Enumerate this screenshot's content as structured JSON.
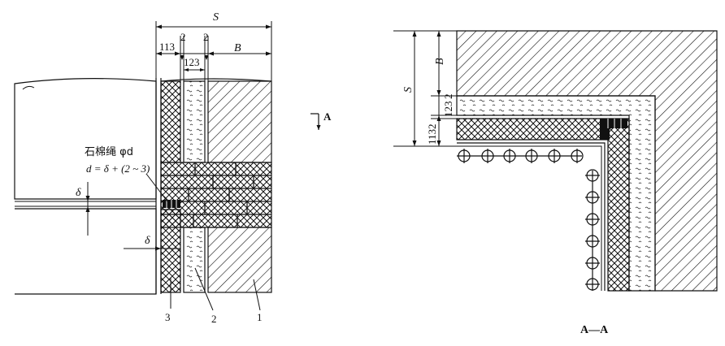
{
  "left": {
    "dim_S": "S",
    "dim_113": "113",
    "dim_2a": "2",
    "dim_2b": "2",
    "dim_123": "123",
    "dim_B": "B",
    "label_rope": "石棉绳 φd",
    "label_formula": "d = δ + (2 ~ 3)",
    "delta_a": "δ",
    "delta_b": "δ",
    "callout_1": "1",
    "callout_2": "2",
    "callout_3": "3"
  },
  "section_marker": "A",
  "right": {
    "dim_S": "S",
    "dim_B": "B",
    "dim_2": "2",
    "dim_123": "123",
    "dim_1132": "1132",
    "caption": "A—A"
  }
}
